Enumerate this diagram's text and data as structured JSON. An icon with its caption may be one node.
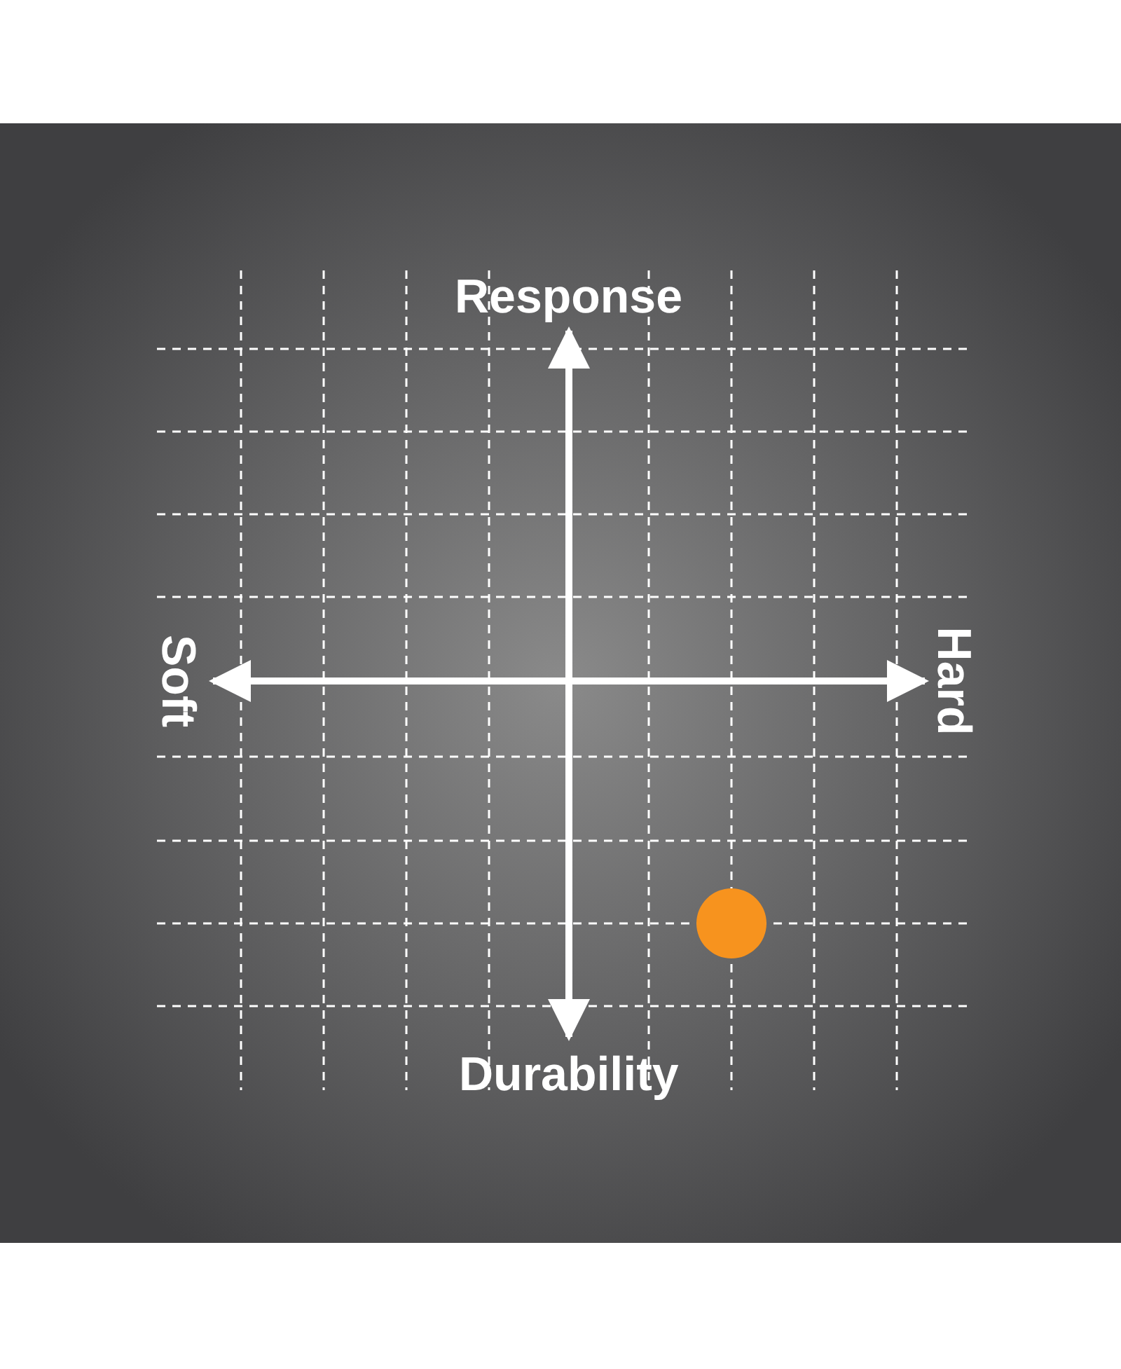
{
  "diagram": {
    "labels": [
      "Response",
      "Soft",
      "Hard",
      "Durability"
    ]
  }
}
